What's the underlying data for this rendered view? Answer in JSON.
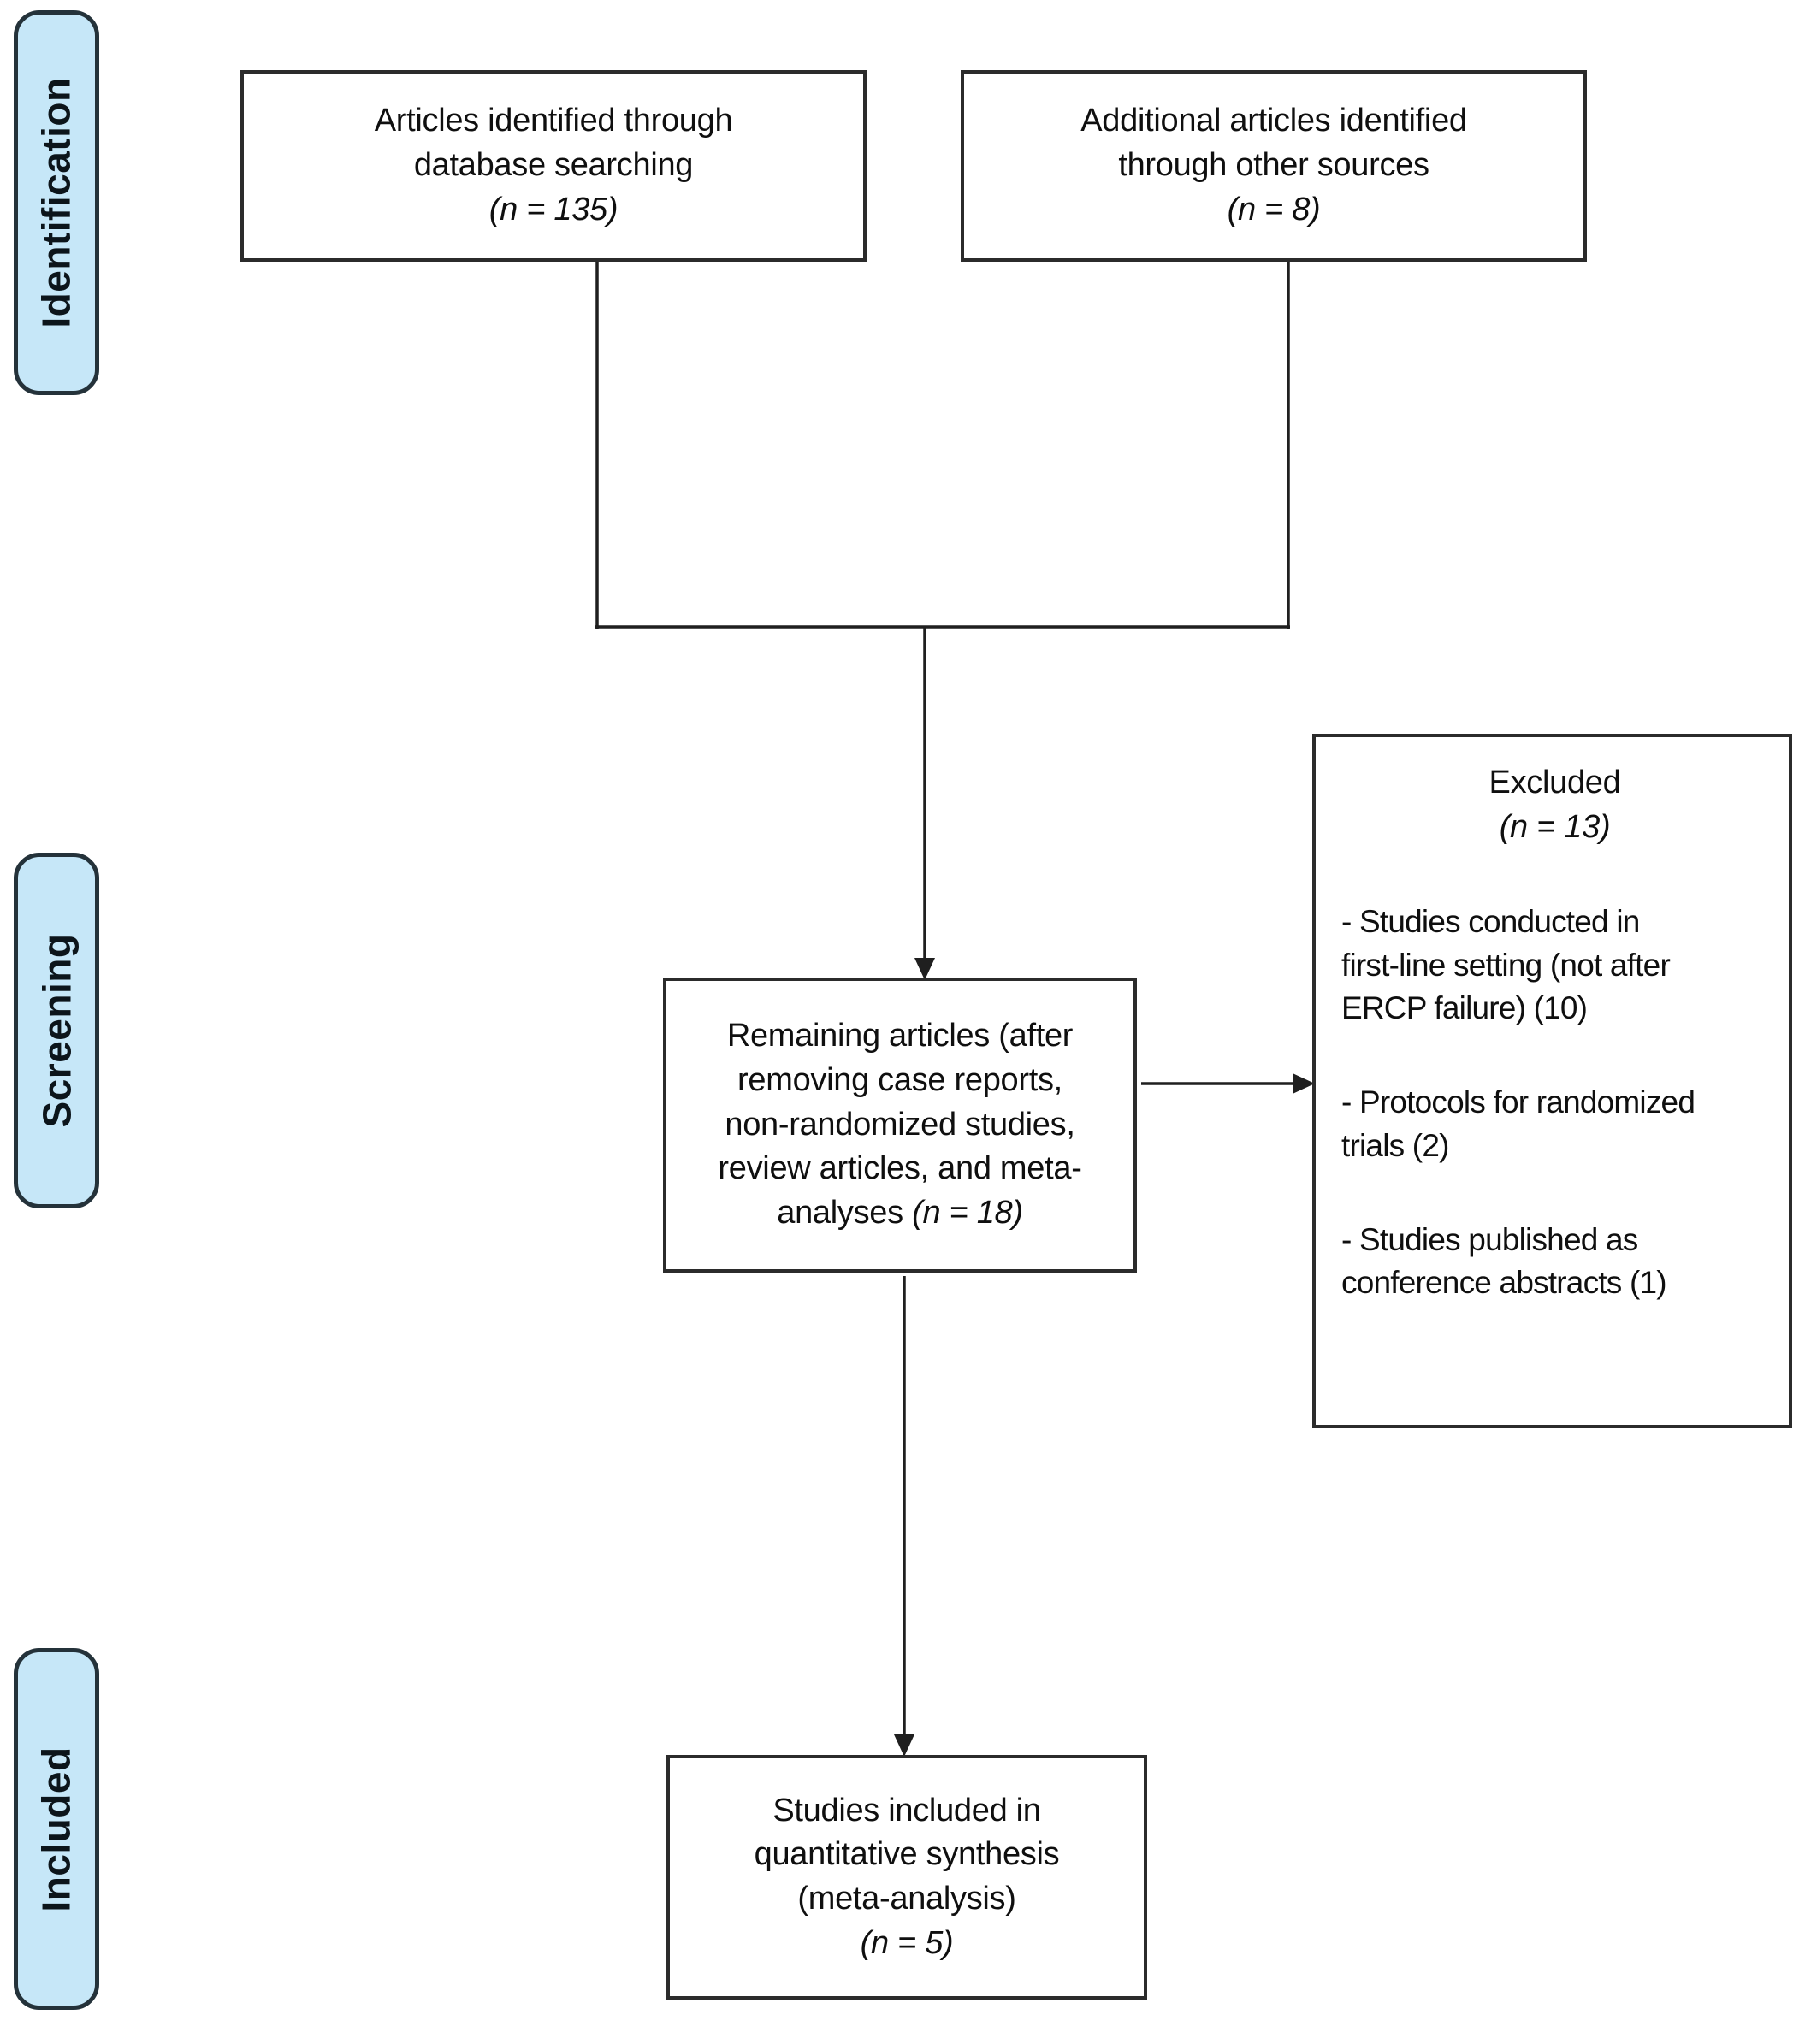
{
  "colors": {
    "background": "#ffffff",
    "stage_fill": "#c6e7f8",
    "stage_border": "#24323a",
    "box_border": "#2b2b2b",
    "connector": "#1f1f1f",
    "text": "#0f0f0f"
  },
  "stages": [
    {
      "label": "Identification"
    },
    {
      "label": "Screening"
    },
    {
      "label": "Included"
    }
  ],
  "boxes": {
    "identified": {
      "line1": "Articles identified through",
      "line2": "database searching",
      "n": "(n = 135)"
    },
    "additional": {
      "line1": "Additional articles identified",
      "line2": "through other sources",
      "n": "(n = 8)"
    },
    "remaining": {
      "line1": "Remaining articles (after",
      "line2": "removing case reports,",
      "line3": "non-randomized studies,",
      "line4": "review articles, and meta-",
      "line5_prefix": "analyses ",
      "n": "(n = 18)"
    },
    "excluded": {
      "title": "Excluded",
      "n": "(n = 13)",
      "reason1_line1": "- Studies conducted in",
      "reason1_line2": "first-line setting (not after",
      "reason1_line3": "ERCP failure) (10)",
      "reason2_line1": "- Protocols for randomized",
      "reason2_line2": "trials (2)",
      "reason3_line1": "- Studies published as",
      "reason3_line2": "conference abstracts (1)"
    },
    "included": {
      "line1": "Studies included in",
      "line2": "quantitative synthesis",
      "line3": "(meta-analysis)",
      "n": "(n = 5)"
    }
  }
}
